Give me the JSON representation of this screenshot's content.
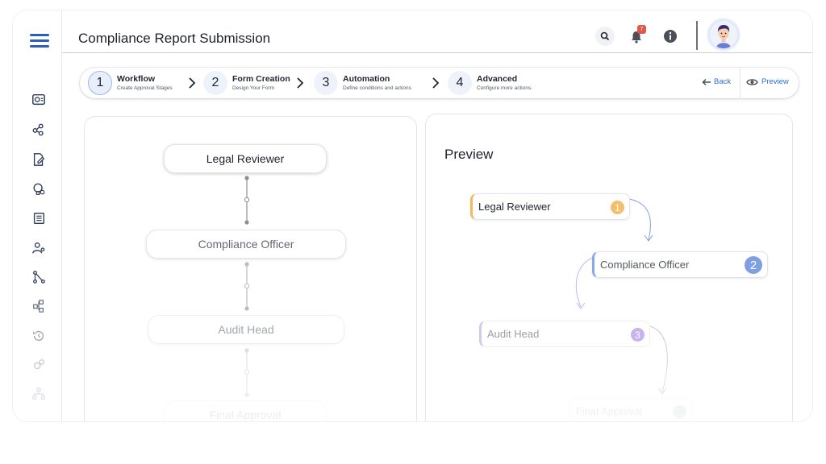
{
  "header": {
    "title": "Compliance Report Submission",
    "notification_count": "7"
  },
  "sidebar": {
    "items": [
      {
        "icon": "dashboard-icon"
      },
      {
        "icon": "workflow-icon"
      },
      {
        "icon": "form-edit-icon"
      },
      {
        "icon": "settings-bulb-icon"
      },
      {
        "icon": "document-list-icon"
      },
      {
        "icon": "user-settings-icon"
      },
      {
        "icon": "network-icon"
      },
      {
        "icon": "hierarchy-icon"
      },
      {
        "icon": "history-icon"
      },
      {
        "icon": "gear-cluster-icon"
      },
      {
        "icon": "org-chart-icon"
      }
    ]
  },
  "stepper": {
    "steps": [
      {
        "num": "1",
        "title": "Workflow",
        "subtitle": "Create Approval Stages"
      },
      {
        "num": "2",
        "title": "Form Creation",
        "subtitle": "Design Your Form"
      },
      {
        "num": "3",
        "title": "Automation",
        "subtitle": "Define conditions and actions"
      },
      {
        "num": "4",
        "title": "Advanced",
        "subtitle": "Configure more actions."
      }
    ],
    "back_label": "Back",
    "preview_label": "Preview"
  },
  "builder": {
    "nodes": [
      "Legal Reviewer",
      "Compliance Officer",
      "Audit Head",
      "Final Approval"
    ]
  },
  "preview": {
    "title": "Preview",
    "nodes": [
      {
        "label": "Legal Reviewer",
        "num": "1"
      },
      {
        "label": "Compliance Officer",
        "num": "2"
      },
      {
        "label": "Audit Head",
        "num": "3"
      },
      {
        "label": "Final Approval",
        "num": ""
      }
    ]
  },
  "colors": {
    "accent": "#2b6fd6",
    "step1": "#f3bf6c",
    "step2": "#7f9fe2",
    "step3": "#c7b3ee"
  }
}
